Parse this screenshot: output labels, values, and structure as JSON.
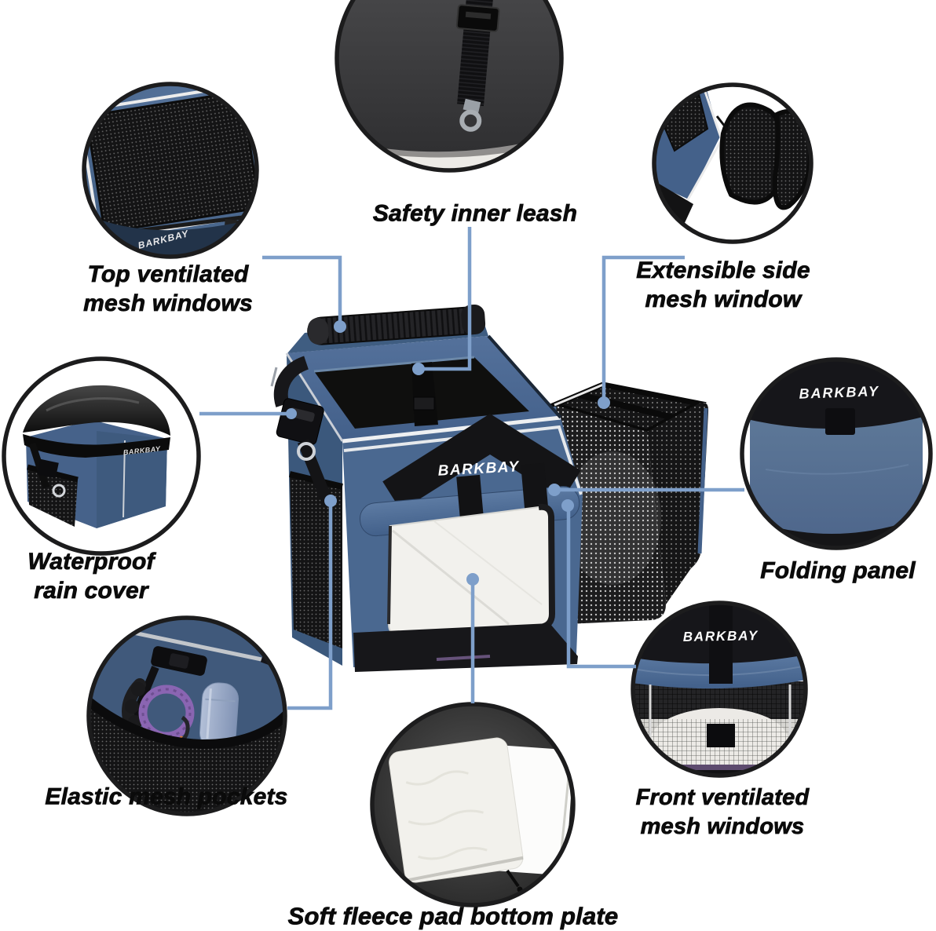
{
  "brand": "BARKBAY",
  "colors": {
    "connector_blue": "#7e9fca",
    "fabric_blue": "#46628a",
    "mesh_black": "#161616",
    "fleece_white": "#f2f1ec",
    "label_text": "#0b0b0b"
  },
  "callouts": {
    "top_mesh": {
      "lines": [
        "Top ventilated",
        "mesh windows"
      ]
    },
    "safety_leash": {
      "lines": [
        "Safety inner leash"
      ]
    },
    "extensible_mesh": {
      "lines": [
        "Extensible side",
        "mesh window"
      ]
    },
    "rain_cover": {
      "lines": [
        "Waterproof",
        "rain cover"
      ]
    },
    "folding_panel": {
      "lines": [
        "Folding panel"
      ]
    },
    "elastic_pockets": {
      "lines": [
        "Elastic mesh pockets"
      ]
    },
    "front_mesh": {
      "lines": [
        "Front ventilated",
        "mesh windows"
      ]
    },
    "fleece_pad": {
      "lines": [
        "Soft fleece pad bottom plate"
      ]
    }
  }
}
